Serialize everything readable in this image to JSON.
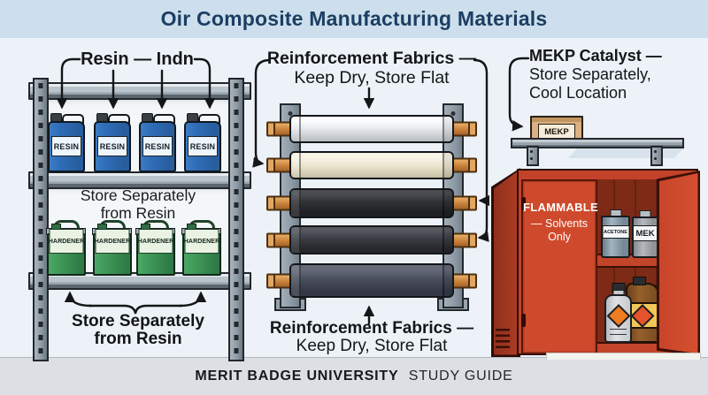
{
  "header": {
    "title": "Oir Composite Manufacturing Materials"
  },
  "left_shelf": {
    "callout": "Resin — Indn",
    "jug_label": "RESIN",
    "middle_note": {
      "line1": "Store Separately",
      "line2": "from Resin"
    },
    "can_label": "HARDENER",
    "bottom_note": {
      "line1": "Store Separately",
      "line2": "from Resin"
    }
  },
  "fabric_rack": {
    "top_callout": {
      "bold": "Reinforcement Fabrics —",
      "regular": "Keep Dry, Store Flat"
    },
    "bottom_callout": {
      "bold": "Reinforcement Fabrics —",
      "regular": "Keep Dry, Store Flat"
    }
  },
  "mekp": {
    "callout": {
      "line1": "MEKP Catalyst —",
      "line2": "Store Separately,",
      "line3": "Cool Location"
    },
    "box_label": "MEKP"
  },
  "cabinet": {
    "sign": {
      "line1": "FLAMMABLE",
      "line2": "— Solvents",
      "line3": "Only"
    },
    "cans": [
      {
        "label": "ACETONE"
      },
      {
        "label": "MEK"
      }
    ]
  },
  "footer": {
    "bold": "MERIT BADGE UNIVERSITY",
    "regular": "STUDY GUIDE"
  },
  "colors": {
    "header_bg": "#cddfec",
    "title_ink": "#1c3e63",
    "canvas_bg": "#ecf2f8",
    "ink": "#141618",
    "resin_blue": "#2f6db8",
    "hardener_green": "#3f9757",
    "spindle_orange": "#c9813a",
    "box_tan": "#d9b184",
    "cabinet_red": "#c4422a",
    "cabinet_interior": "#7d2a17",
    "door_red": "#cf4a2c",
    "floor_bg": "#dcdfe4",
    "footer_ink": "#17181b"
  }
}
